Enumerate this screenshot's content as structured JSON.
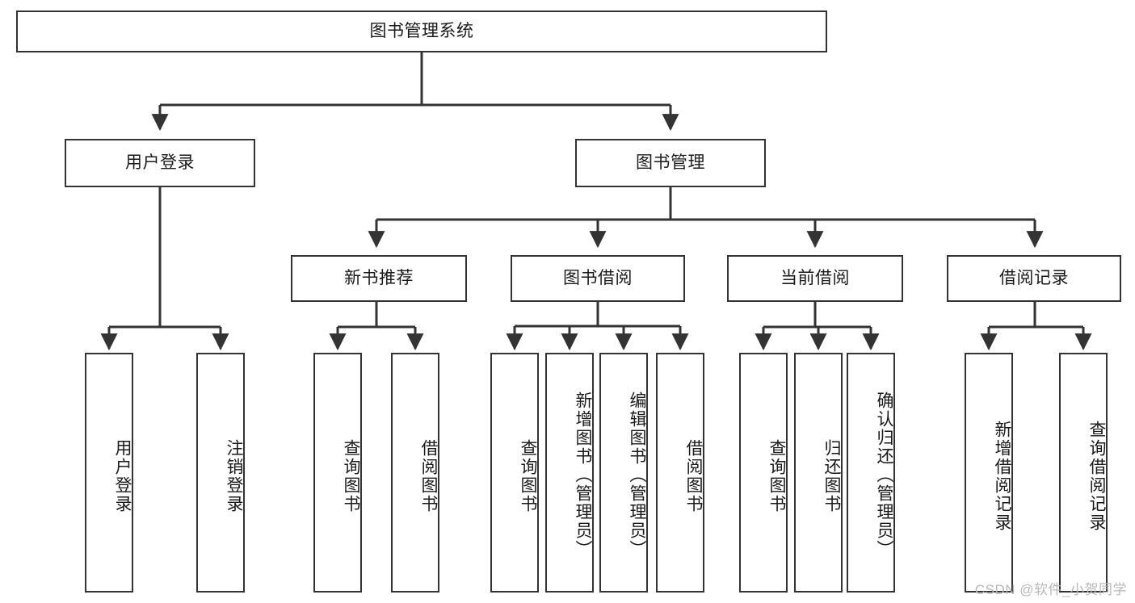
{
  "diagram": {
    "title": "图书管理系统",
    "type": "hierarchy-tree",
    "watermark": "CSDN @软件_小贺同学",
    "colors": {
      "box_border": "#333333",
      "box_fill": "#ffffff",
      "edge": "#333333",
      "text": "#1a1a1a",
      "watermark": "#b8b8b8",
      "background": "#ffffff"
    },
    "nodes": {
      "root": {
        "label": "图书管理系统"
      },
      "level2": [
        {
          "id": "user-login",
          "label": "用户登录"
        },
        {
          "id": "book-management",
          "label": "图书管理"
        }
      ],
      "level3": [
        {
          "id": "new-book-recommend",
          "label": "新书推荐"
        },
        {
          "id": "book-borrow",
          "label": "图书借阅"
        },
        {
          "id": "current-borrow",
          "label": "当前借阅"
        },
        {
          "id": "borrow-record",
          "label": "借阅记录"
        }
      ],
      "leaves": {
        "user_login": [
          {
            "id": "leaf-user-login",
            "label": "用户登录"
          },
          {
            "id": "leaf-logout-login",
            "label": "注销登录"
          }
        ],
        "new_book_recommend": [
          {
            "id": "leaf-query-book-1",
            "label": "查询图书"
          },
          {
            "id": "leaf-borrow-book-1",
            "label": "借阅图书"
          }
        ],
        "book_borrow": [
          {
            "id": "leaf-query-book-2",
            "label": "查询图书"
          },
          {
            "id": "leaf-add-book",
            "label": "新增图书（管理员）"
          },
          {
            "id": "leaf-edit-book",
            "label": "编辑图书（管理员）"
          },
          {
            "id": "leaf-borrow-book-2",
            "label": "借阅图书"
          }
        ],
        "current_borrow": [
          {
            "id": "leaf-query-book-3",
            "label": "查询图书"
          },
          {
            "id": "leaf-return-book",
            "label": "归还图书"
          },
          {
            "id": "leaf-confirm-return",
            "label": "确认归还（管理员）"
          }
        ],
        "borrow_record": [
          {
            "id": "leaf-add-borrow-record",
            "label": "新增借阅记录"
          },
          {
            "id": "leaf-query-borrow-record",
            "label": "查询借阅记录"
          }
        ]
      }
    }
  }
}
